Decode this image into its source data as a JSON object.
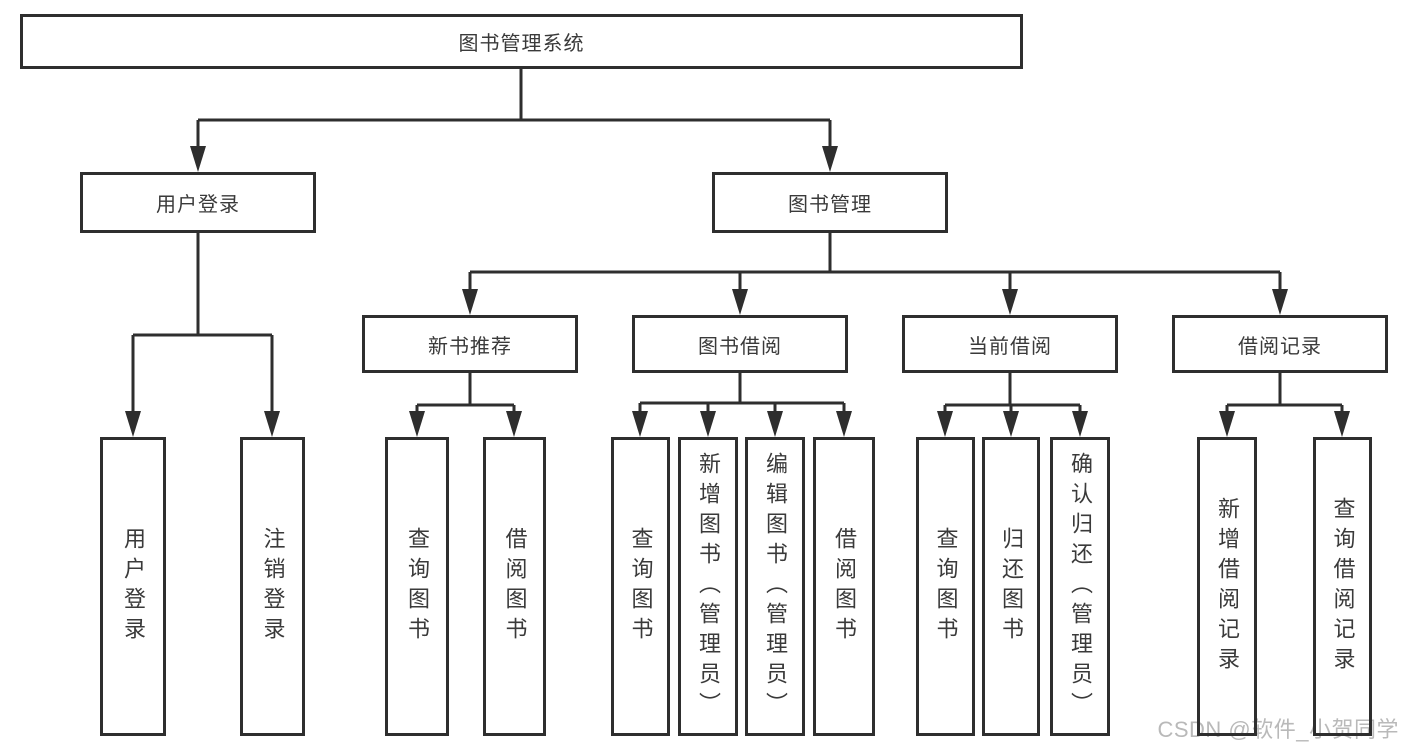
{
  "diagram": {
    "type": "hierarchy-tree",
    "watermark": "CSDN @软件_小贺同学",
    "colors": {
      "line": "#2e2e2e",
      "box_border": "#2e2e2e",
      "box_background": "#ffffff",
      "text": "#3a3a3a",
      "watermark": "#b9b9b9",
      "background": "#ffffff"
    },
    "root": {
      "label": "图书管理系统"
    },
    "level2": [
      {
        "id": "user-login",
        "label": "用户登录",
        "parent": "root"
      },
      {
        "id": "book-management",
        "label": "图书管理",
        "parent": "root"
      }
    ],
    "level3": [
      {
        "id": "new-book-recommend",
        "label": "新书推荐",
        "parent": "book-management"
      },
      {
        "id": "book-borrow",
        "label": "图书借阅",
        "parent": "book-management"
      },
      {
        "id": "current-borrow",
        "label": "当前借阅",
        "parent": "book-management"
      },
      {
        "id": "borrow-records",
        "label": "借阅记录",
        "parent": "book-management"
      }
    ],
    "leaves": [
      {
        "id": "leaf-user-login",
        "label": "用户登录",
        "parent": "user-login"
      },
      {
        "id": "leaf-logout",
        "label": "注销登录",
        "parent": "user-login"
      },
      {
        "id": "leaf-query-books-recommend",
        "label": "查询图书",
        "parent": "new-book-recommend"
      },
      {
        "id": "leaf-borrow-books-recommend",
        "label": "借阅图书",
        "parent": "new-book-recommend"
      },
      {
        "id": "leaf-query-books-borrow",
        "label": "查询图书",
        "parent": "book-borrow"
      },
      {
        "id": "leaf-add-books-admin",
        "label": "新增图书（管理员）",
        "parent": "book-borrow"
      },
      {
        "id": "leaf-edit-books-admin",
        "label": "编辑图书（管理员）",
        "parent": "book-borrow"
      },
      {
        "id": "leaf-borrow-books",
        "label": "借阅图书",
        "parent": "book-borrow"
      },
      {
        "id": "leaf-query-books-current",
        "label": "查询图书",
        "parent": "current-borrow"
      },
      {
        "id": "leaf-return-books",
        "label": "归还图书",
        "parent": "current-borrow"
      },
      {
        "id": "leaf-confirm-return-admin",
        "label": "确认归还（管理员）",
        "parent": "current-borrow"
      },
      {
        "id": "leaf-add-borrow-record",
        "label": "新增借阅记录",
        "parent": "borrow-records"
      },
      {
        "id": "leaf-query-borrow-record",
        "label": "查询借阅记录",
        "parent": "borrow-records"
      }
    ]
  }
}
